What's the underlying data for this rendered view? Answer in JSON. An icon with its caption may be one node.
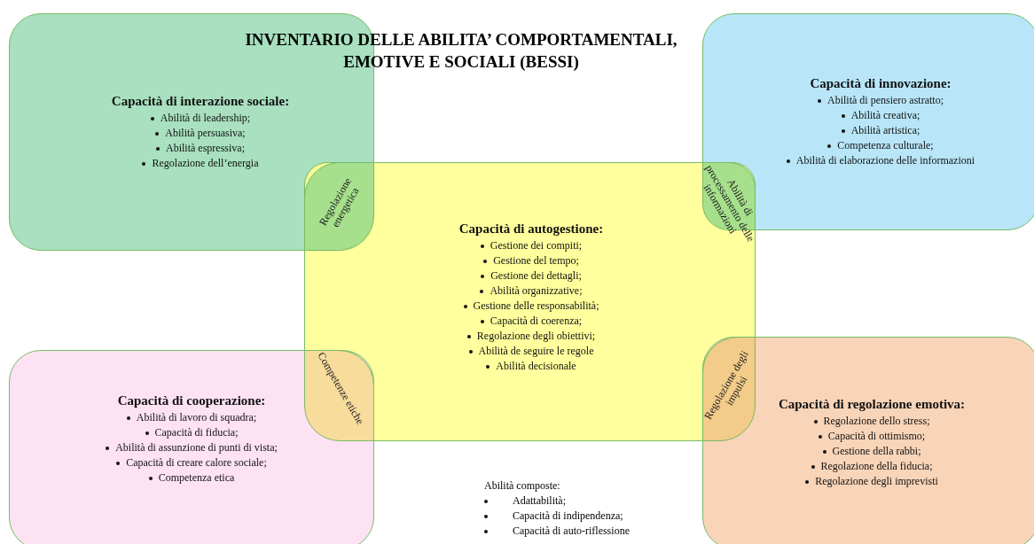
{
  "diagram": {
    "title": "INVENTARIO DELLE ABILITA’ COMPORTAMENTALI, EMOTIVE E SOCIALI (BESSI)",
    "nodes": [
      {
        "text": [
          "Capacità di interazione sociale:",
          "Abilità di leadership;",
          "Abilità persuasiva;",
          "Abilità espressiva;",
          "Regolazione dell’energia"
        ]
      },
      {
        "text": [
          "Capacità di innovazione:",
          "Abilità di pensiero astratto;",
          "Abilità creativa;",
          "Abilità artistica;",
          "Competenza culturale;",
          "Abilità di elaborazione delle informazioni"
        ]
      },
      {
        "text": [
          "Capacità di autogestione:",
          "Gestione dei compiti;",
          "Gestione del tempo;",
          "Gestione dei dettagli;",
          "Abilità organizzative;",
          "Gestione delle responsabilità;",
          "Capacità di coerenza;",
          "Regolazione degli obiettivi;",
          "Abilità de seguire le regole",
          "Abilità decisionale"
        ]
      },
      {
        "text": [
          "**Capacità di cooperazione**:",
          "Abilità di lavoro di squadra;",
          "Capacità di fiducia;",
          "Abilità di assunzione di punti di vista;",
          "Capacità di creare calore sociale;",
          "Competenza etica"
        ]
      },
      {
        "text": [
          "Capacità di regolazione emotiva:",
          "Regolazione dello stress;",
          "Capacità di ottimismo;",
          "Gestione della rabbi;",
          "Regolazione della fiducia;",
          "Regolazione degli imprevisti"
        ]
      },
      {
        "text": [
          "Regolazione energetica"
        ]
      },
      {
        "text": [
          "Abilità di processamento delle informazioni"
        ]
      },
      {
        "text": [
          "Competenze etiche"
        ]
      },
      {
        "text": [
          "Regolazione degli impulsi"
        ]
      }
    ],
    "labels": [
      "Abilità composte:",
      "Adattabilità;",
      "Capacità di indipendenza;",
      "Capacità di auto-riflessione"
    ]
  }
}
